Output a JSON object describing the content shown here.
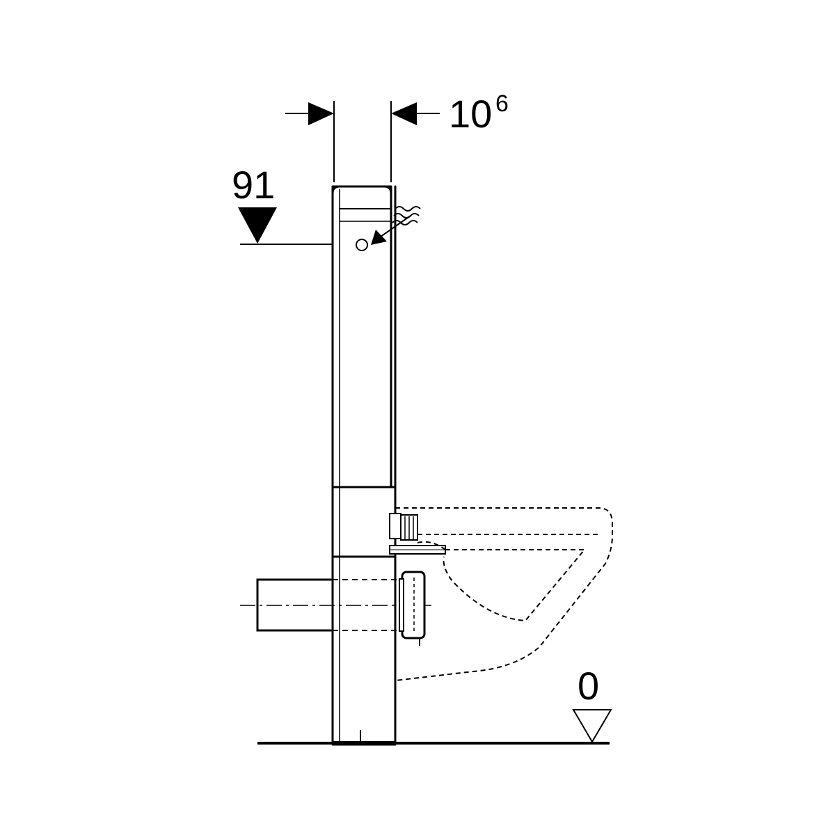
{
  "labels": {
    "top_width": "10",
    "top_width_superscript": "6",
    "connection_height": "91",
    "floor_level": "0"
  },
  "colors": {
    "line": "#000000",
    "background": "#ffffff"
  },
  "icons": {
    "water_inlet": "wavy-lines-arrow-icon",
    "height_marker": "filled-triangle-icon",
    "floor_marker": "outline-triangle-icon"
  }
}
